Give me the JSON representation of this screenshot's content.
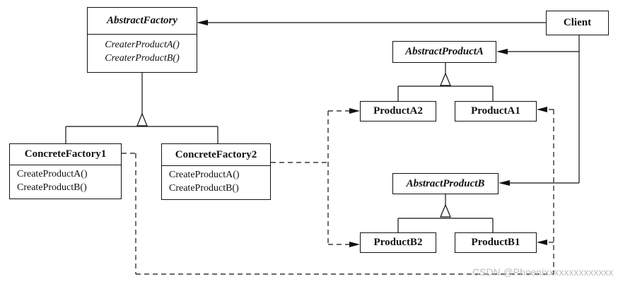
{
  "classes": {
    "abstract_factory": {
      "name": "AbstractFactory",
      "operations": [
        "CreaterProductA()",
        "CreaterProductB()"
      ]
    },
    "concrete_factory_1": {
      "name": "ConcreteFactory1",
      "operations": [
        "CreateProductA()",
        "CreateProductB()"
      ]
    },
    "concrete_factory_2": {
      "name": "ConcreteFactory2",
      "operations": [
        "CreateProductA()",
        "CreateProductB()"
      ]
    },
    "client": {
      "name": "Client"
    },
    "abstract_product_a": {
      "name": "AbstractProductA"
    },
    "abstract_product_b": {
      "name": "AbstractProductB"
    },
    "product_a2": {
      "name": "ProductA2"
    },
    "product_a1": {
      "name": "ProductA1"
    },
    "product_b2": {
      "name": "ProductB2"
    },
    "product_b1": {
      "name": "ProductB1"
    }
  },
  "relations": [
    {
      "from": "client",
      "to": "abstract_factory",
      "kind": "association"
    },
    {
      "from": "client",
      "to": "abstract_product_a",
      "kind": "association"
    },
    {
      "from": "client",
      "to": "abstract_product_b",
      "kind": "association"
    },
    {
      "from": "concrete_factory_1",
      "to": "abstract_factory",
      "kind": "inheritance"
    },
    {
      "from": "concrete_factory_2",
      "to": "abstract_factory",
      "kind": "inheritance"
    },
    {
      "from": "product_a2",
      "to": "abstract_product_a",
      "kind": "inheritance"
    },
    {
      "from": "product_a1",
      "to": "abstract_product_a",
      "kind": "inheritance"
    },
    {
      "from": "product_b2",
      "to": "abstract_product_b",
      "kind": "inheritance"
    },
    {
      "from": "product_b1",
      "to": "abstract_product_b",
      "kind": "inheritance"
    },
    {
      "from": "concrete_factory_2",
      "to": "product_a2",
      "kind": "dependency"
    },
    {
      "from": "concrete_factory_2",
      "to": "product_b2",
      "kind": "dependency"
    },
    {
      "from": "concrete_factory_1",
      "to": "product_a1",
      "kind": "dependency"
    },
    {
      "from": "concrete_factory_1",
      "to": "product_b1",
      "kind": "dependency"
    }
  ],
  "watermark": "CSDN @Phoenixxxxxxxxxxxxxx"
}
